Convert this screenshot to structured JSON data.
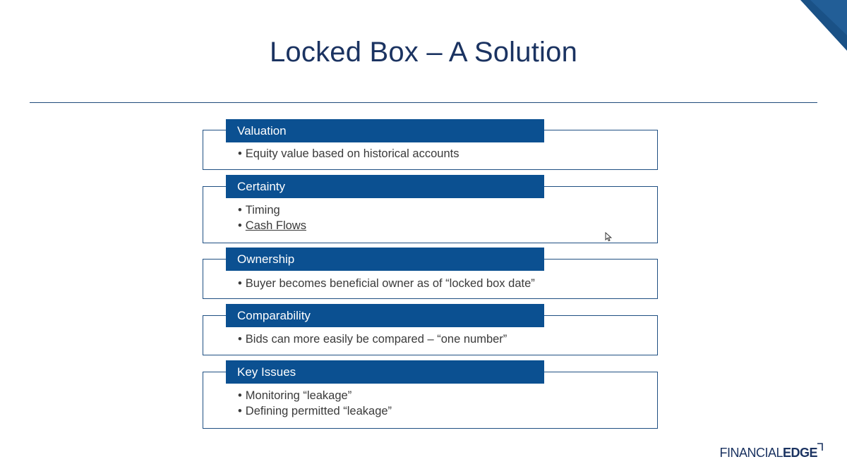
{
  "slide": {
    "title": "Locked Box – A Solution"
  },
  "sections": [
    {
      "heading": "Valuation",
      "items": [
        "Equity value based on historical accounts"
      ]
    },
    {
      "heading": "Certainty",
      "items": [
        "Timing",
        "Cash Flows"
      ]
    },
    {
      "heading": "Ownership",
      "items": [
        "Buyer becomes beneficial owner as of “locked box date”"
      ]
    },
    {
      "heading": "Comparability",
      "items": [
        "Bids can more easily be compared – “one number”"
      ]
    },
    {
      "heading": "Key Issues",
      "items": [
        "Monitoring “leakage”",
        "Defining permitted “leakage”"
      ]
    }
  ],
  "logo": {
    "part1": "FINANCIAL",
    "part2": "EDGE"
  },
  "colors": {
    "title": "#1b3361",
    "header_fill": "#0b5091",
    "frame_border": "#1f4f82",
    "body_text": "#3a3a3a"
  },
  "icons": {
    "cursor": "mouse-pointer-icon",
    "corner": "corner-decoration"
  }
}
